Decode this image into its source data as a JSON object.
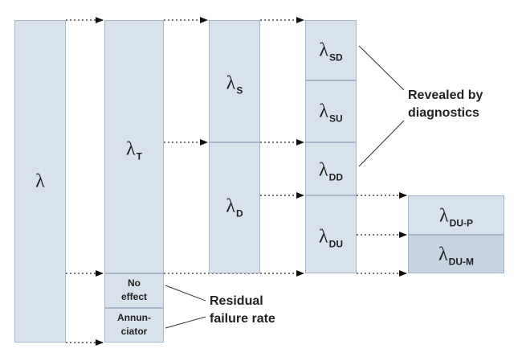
{
  "symbol": "λ",
  "nodes": {
    "total": {
      "sub": ""
    },
    "t": {
      "sub": "T"
    },
    "s": {
      "sub": "S"
    },
    "d": {
      "sub": "D"
    },
    "sd": {
      "sub": "SD"
    },
    "su": {
      "sub": "SU"
    },
    "dd": {
      "sub": "DD"
    },
    "du": {
      "sub": "DU"
    },
    "du_p": {
      "sub": "DU-P"
    },
    "du_m": {
      "sub": "DU-M"
    }
  },
  "no_effect": {
    "line1": "No",
    "line2": "effect"
  },
  "annunciator": {
    "line1": "Annun-",
    "line2": "ciator"
  },
  "revealed_note": {
    "line1": "Revealed by",
    "line2": "diagnostics"
  },
  "residual_note": {
    "line1": "Residual",
    "line2": "failure rate"
  }
}
